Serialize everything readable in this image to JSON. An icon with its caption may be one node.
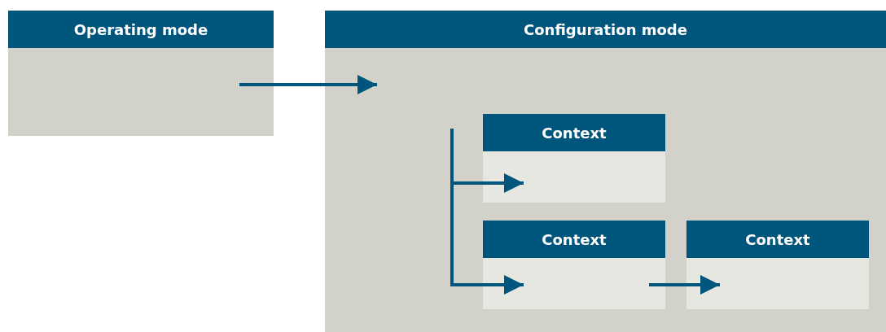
{
  "diagram": {
    "nodes": [
      {
        "text": [
          "Operating mode"
        ]
      },
      {
        "text": [
          "Configuration mode"
        ]
      },
      {
        "text": [
          "Context"
        ],
        "in": 1
      },
      {
        "text": [
          "Context"
        ],
        "in": 1
      },
      {
        "text": [
          "Context"
        ],
        "in": 1
      }
    ],
    "edges": [
      {
        "from": 0,
        "to": 1,
        "arrow": "to"
      },
      {
        "from": null,
        "to": 2,
        "arrow": "to"
      },
      {
        "from": null,
        "to": 3,
        "arrow": "to"
      },
      {
        "from": 3,
        "to": 4,
        "arrow": "to"
      }
    ]
  }
}
